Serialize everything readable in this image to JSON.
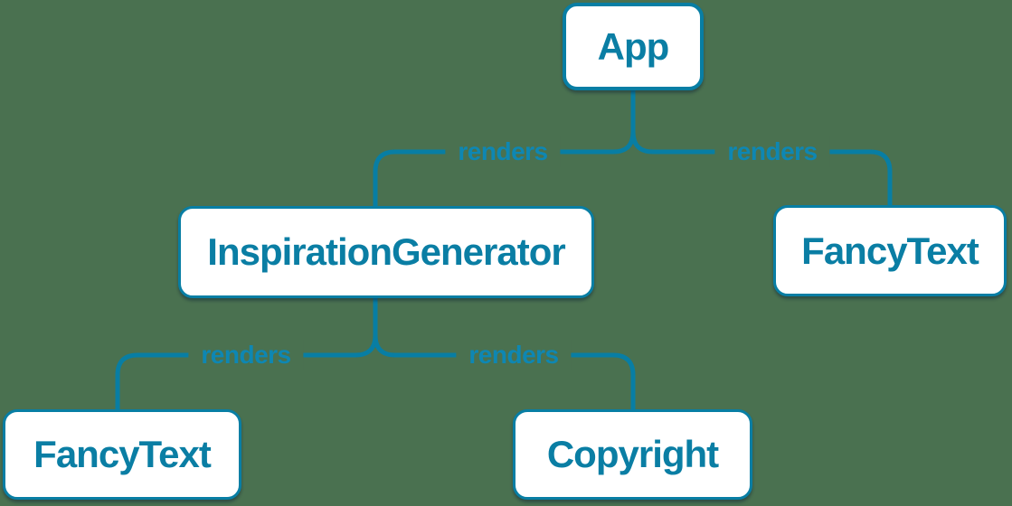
{
  "diagram": {
    "background_color": "#4a7150",
    "accent_color": "#087ea4",
    "node_fill_color": "#ffffff",
    "node_text_color": "#0a7ea4",
    "edge_label_color": "#0e87b3",
    "nodes": [
      {
        "id": "app",
        "label": "App"
      },
      {
        "id": "inspiration-generator",
        "label": "InspirationGenerator"
      },
      {
        "id": "fancy-text-top",
        "label": "FancyText"
      },
      {
        "id": "fancy-text-bottom",
        "label": "FancyText"
      },
      {
        "id": "copyright",
        "label": "Copyright"
      }
    ],
    "edges": [
      {
        "from": "App",
        "to": "InspirationGenerator",
        "label": "renders"
      },
      {
        "from": "App",
        "to": "FancyText",
        "label": "renders"
      },
      {
        "from": "InspirationGenerator",
        "to": "FancyText",
        "label": "renders"
      },
      {
        "from": "InspirationGenerator",
        "to": "Copyright",
        "label": "renders"
      }
    ]
  }
}
